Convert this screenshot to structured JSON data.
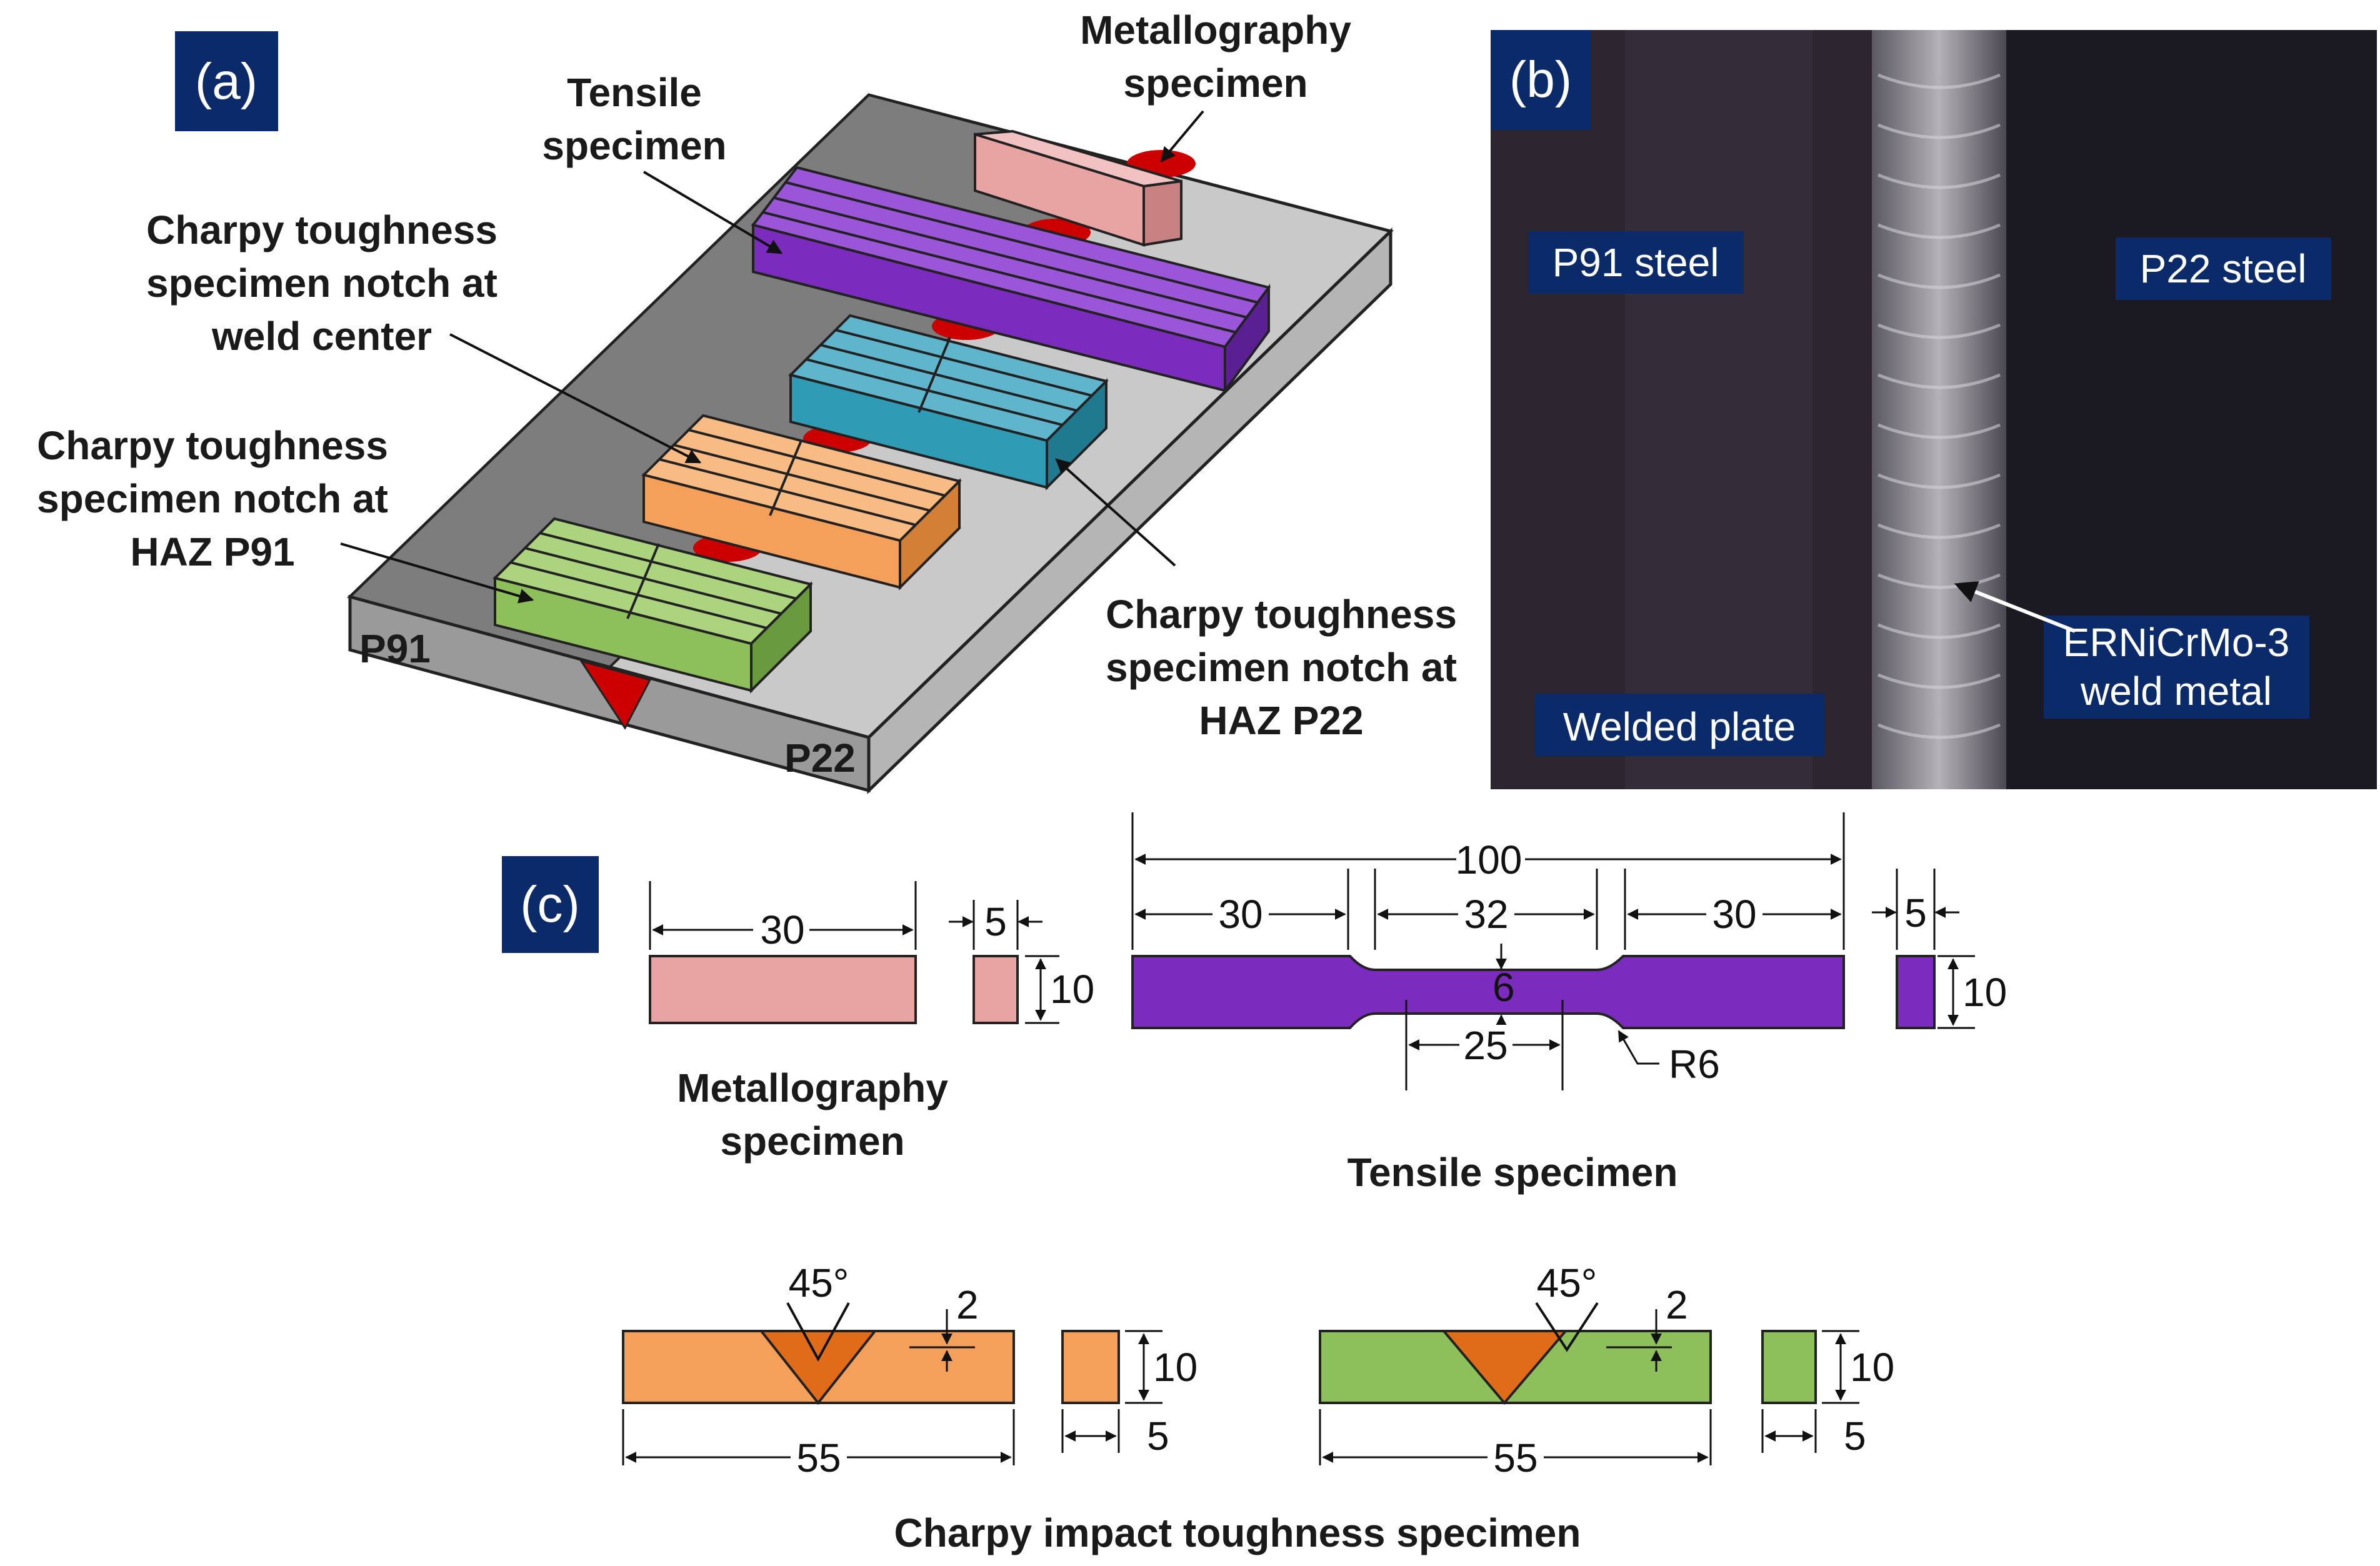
{
  "panel_a": {
    "tag": "(a)",
    "callouts": {
      "metallography": [
        "Metallography",
        "specimen"
      ],
      "tensile": [
        "Tensile",
        "specimen"
      ],
      "charpy_center": [
        "Charpy toughness",
        "specimen notch at",
        "weld center"
      ],
      "charpy_haz_p91": [
        "Charpy toughness",
        "specimen notch at",
        "HAZ P91"
      ],
      "charpy_haz_p22": [
        "Charpy toughness",
        "specimen notch at",
        "HAZ P22"
      ]
    },
    "plate_labels": {
      "left": "P91",
      "right": "P22"
    }
  },
  "panel_b": {
    "tag": "(b)",
    "labels": {
      "p91": "P91 steel",
      "p22": "P22 steel",
      "plate": "Welded plate",
      "weld": [
        "ERNiCrMo-3",
        "weld metal"
      ]
    }
  },
  "panel_c": {
    "tag": "(c)",
    "metallography": {
      "length": "30",
      "thickness": "5",
      "height": "10",
      "caption": [
        "Metallography",
        "specimen"
      ]
    },
    "tensile": {
      "overall": "100",
      "grip_left": "30",
      "reduced": "32",
      "grip_right": "30",
      "width_reduced": "6",
      "gauge": "25",
      "radius": "R6",
      "thickness": "5",
      "height": "10",
      "caption": "Tensile specimen"
    },
    "charpy": {
      "angle": "45°",
      "notch_depth": "2",
      "length": "55",
      "height": "10",
      "thickness": "5",
      "caption": "Charpy impact toughness specimen"
    }
  },
  "colors": {
    "plate_top": "#c9c9c9",
    "plate_side": "#7a7a7a",
    "weld": "#cc0000",
    "metallography": "#e8a3a3",
    "tensile": "#7b2cbf",
    "charpy_blue": "#2f9bb5",
    "charpy_orange": "#f5a05a",
    "charpy_green": "#8dc05a",
    "weld_orange": "#e06c1a",
    "tag_bg": "#0a2a6a"
  }
}
